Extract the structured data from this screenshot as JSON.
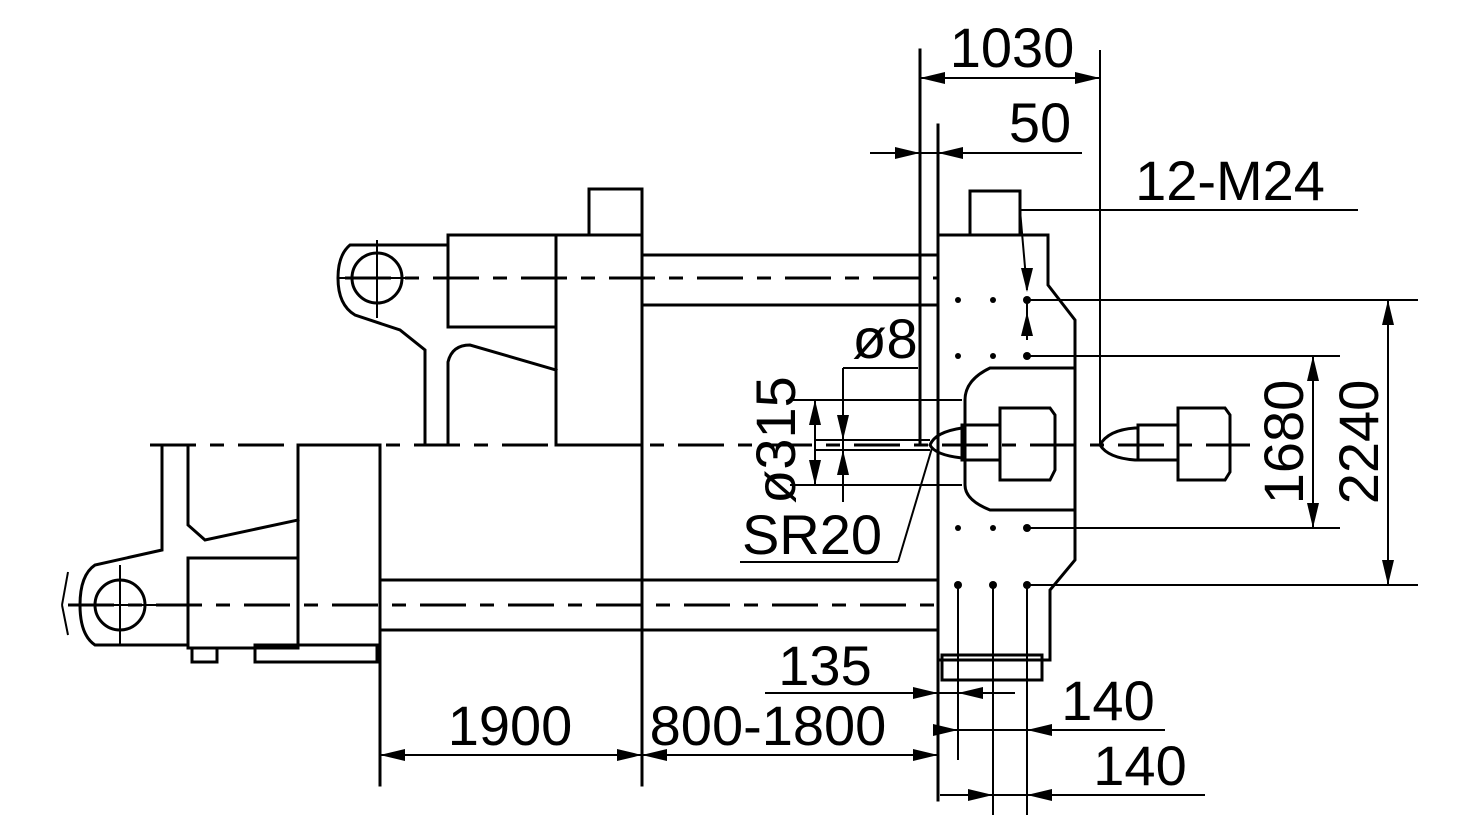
{
  "drawing": {
    "dimensions": {
      "overall_depth": "1030",
      "plate_offset": "50",
      "bolt_spec": "12-M24",
      "nozzle_hole": "ø8",
      "locating_ring": "ø315",
      "nozzle_radius": "SR20",
      "bolt_pitch_inner": "1680",
      "bolt_pitch_outer": "2240",
      "ejector_offset": "135",
      "bolt_spacing_a": "140",
      "bolt_spacing_b": "140",
      "toggle_length": "1900",
      "mould_height_range": "800-1800"
    }
  }
}
